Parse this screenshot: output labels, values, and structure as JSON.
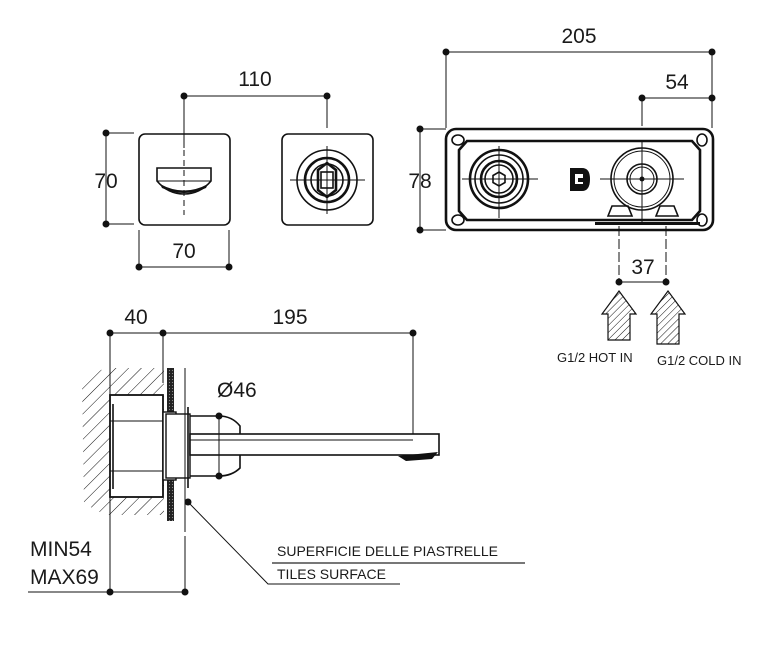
{
  "drawing": {
    "title": "Wall-mounted basin mixer technical drawing",
    "colors": {
      "line": "#111111",
      "background": "#ffffff",
      "underline_gray": "#777777"
    },
    "front_view": {
      "plate_center_distance": "110",
      "plate_height": "70",
      "plate_width": "70"
    },
    "box_view": {
      "overall_width": "205",
      "right_offset": "54",
      "height": "78",
      "inlet_spacing": "37",
      "inlets": [
        {
          "label": "G1/2 HOT IN",
          "icon": "hatched-up-arrow-icon"
        },
        {
          "label": "G1/2 COLD IN",
          "icon": "hatched-up-arrow-icon"
        }
      ]
    },
    "side_view": {
      "wall_depth": "40",
      "spout_length": "195",
      "diameter": "Ø46",
      "depth_min": "MIN54",
      "depth_max": "MAX69",
      "surface_label_it": "SUPERFICIE DELLE PIASTRELLE",
      "surface_label_en": "TILES SURFACE"
    }
  }
}
